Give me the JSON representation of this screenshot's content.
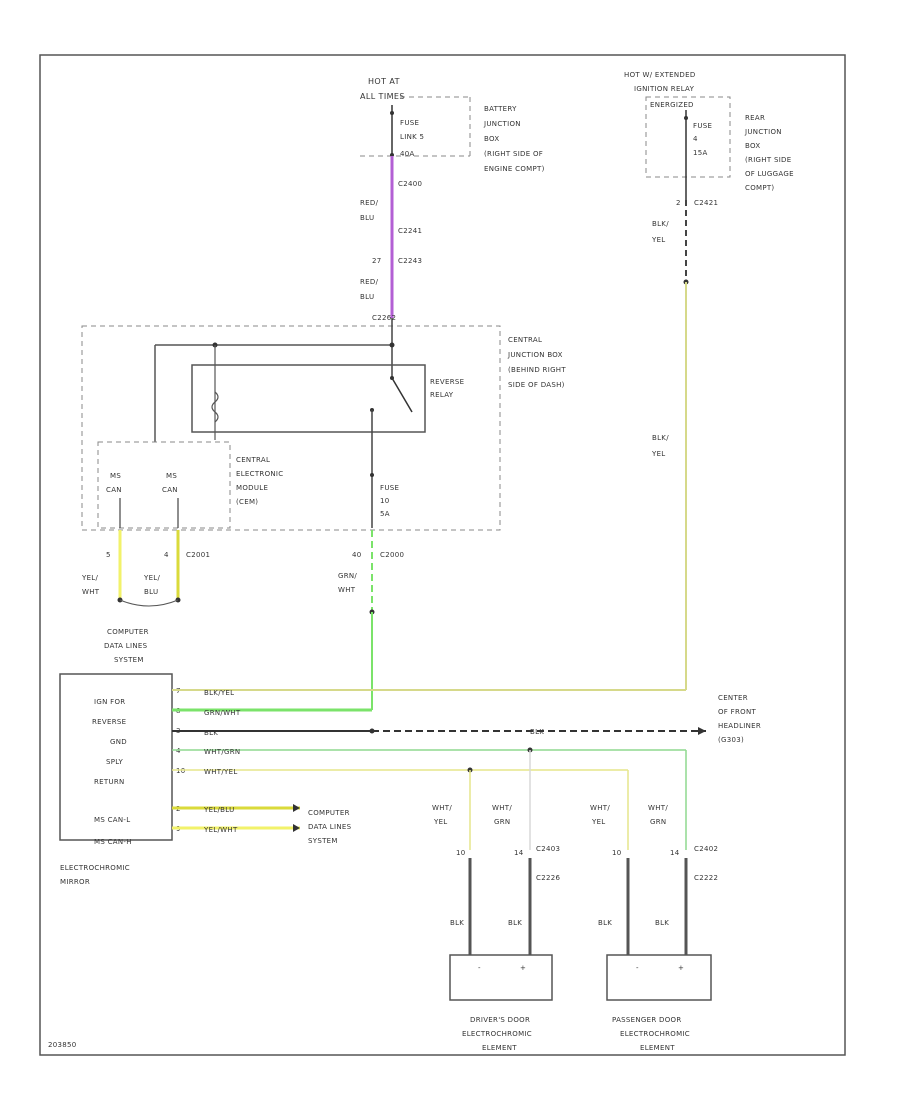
{
  "colors": {
    "red_blu": "#b35fd4",
    "blk_yel": "#d6d98a",
    "yel_wht": "#f2f26a",
    "yel_blu": "#dada3a",
    "grn_wht": "#7be36a",
    "wht_grn": "#8fd98f",
    "wht_yel": "#e6e68a",
    "blk": "#333333",
    "frame": "#555555"
  },
  "top": {
    "hot_at_label": "HOT AT",
    "hot_at_value": "ALL TIMES",
    "fuse_link": [
      "FUSE",
      "LINK 5",
      "40A"
    ],
    "battery_box": [
      "BATTERY",
      "JUNCTION",
      "BOX",
      "(RIGHT SIDE OF",
      "ENGINE COMPT)"
    ],
    "conn_c1": "C2400",
    "wire1_color": [
      "RED/",
      "BLU"
    ],
    "conn_c2": "C2241",
    "pin_27": "27",
    "conn_c3": "C2243",
    "wire2_color": [
      "RED/",
      "BLU"
    ],
    "conn_c4": "C2262"
  },
  "right_top": {
    "hot_label": [
      "HOT W/ EXTENDED",
      "IGNITION RELAY"
    ],
    "energized": "ENERGIZED",
    "fuse": [
      "FUSE",
      "4",
      "15A"
    ],
    "rear_box": [
      "REAR",
      "JUNCTION",
      "BOX",
      "(RIGHT SIDE",
      "OF LUGGAGE",
      "COMPT)"
    ],
    "pin": "2",
    "conn": "C2421",
    "wire_color": [
      "BLK/",
      "YEL"
    ],
    "wire_color2": [
      "BLK/",
      "YEL"
    ]
  },
  "cjb": {
    "label": [
      "CENTRAL",
      "JUNCTION BOX",
      "(BEHIND RIGHT",
      "SIDE OF DASH)"
    ],
    "relay": [
      "REVERSE",
      "RELAY"
    ],
    "cem": [
      "CENTRAL",
      "ELECTRONIC",
      "MODULE",
      "(CEM)"
    ],
    "ms_can_l": [
      "MS",
      "CAN"
    ],
    "ms_can_h": [
      "MS",
      "CAN"
    ],
    "fuse": [
      "FUSE",
      "10",
      "5A"
    ]
  },
  "mid": {
    "pin_5": "5",
    "pin_4": "4",
    "conn_c2001": "C2001",
    "pin_40": "40",
    "conn_c2000": "C2000",
    "wire_yel_wht": [
      "YEL/",
      "WHT"
    ],
    "wire_yel_blu": [
      "YEL/",
      "BLU"
    ],
    "wire_grn_wht": [
      "GRN/",
      "WHT"
    ],
    "computer_data": [
      "COMPUTER",
      "DATA LINES",
      "SYSTEM"
    ]
  },
  "mirror": {
    "labels": [
      "IGN FOR",
      "REVERSE",
      "GND",
      "SPLY",
      "RETURN",
      "MS CAN-L",
      "MS CAN-H"
    ],
    "name": [
      "ELECTROCHROMIC",
      "MIRROR"
    ],
    "pins": [
      "7",
      "8",
      "3",
      "4",
      "10",
      "2",
      "9"
    ],
    "wires": [
      "BLK/YEL",
      "GRN/WHT",
      "BLK",
      "WHT/GRN",
      "WHT/YEL",
      "YEL/BLU",
      "YEL/WHT"
    ],
    "computer_data": [
      "COMPUTER",
      "DATA LINES",
      "SYSTEM"
    ]
  },
  "ground": {
    "label": [
      "CENTER",
      "OF FRONT",
      "HEADLINER",
      "(G303)"
    ],
    "wire": "BLK"
  },
  "doors": {
    "wire_labels": [
      [
        "WHT/",
        "YEL"
      ],
      [
        "WHT/",
        "GRN"
      ],
      [
        "WHT/",
        "YEL"
      ],
      [
        "WHT/",
        "GRN"
      ]
    ],
    "pins": [
      "10",
      "14",
      "10",
      "14"
    ],
    "conns": [
      "C2403",
      "C2226",
      "C2402",
      "C2222"
    ],
    "blk": [
      "BLK",
      "BLK",
      "BLK",
      "BLK"
    ],
    "driver": [
      "DRIVER'S DOOR",
      "ELECTROCHROMIC",
      "ELEMENT"
    ],
    "passenger": [
      "PASSENGER DOOR",
      "ELECTROCHROMIC",
      "ELEMENT"
    ]
  },
  "footer_code": "203850"
}
